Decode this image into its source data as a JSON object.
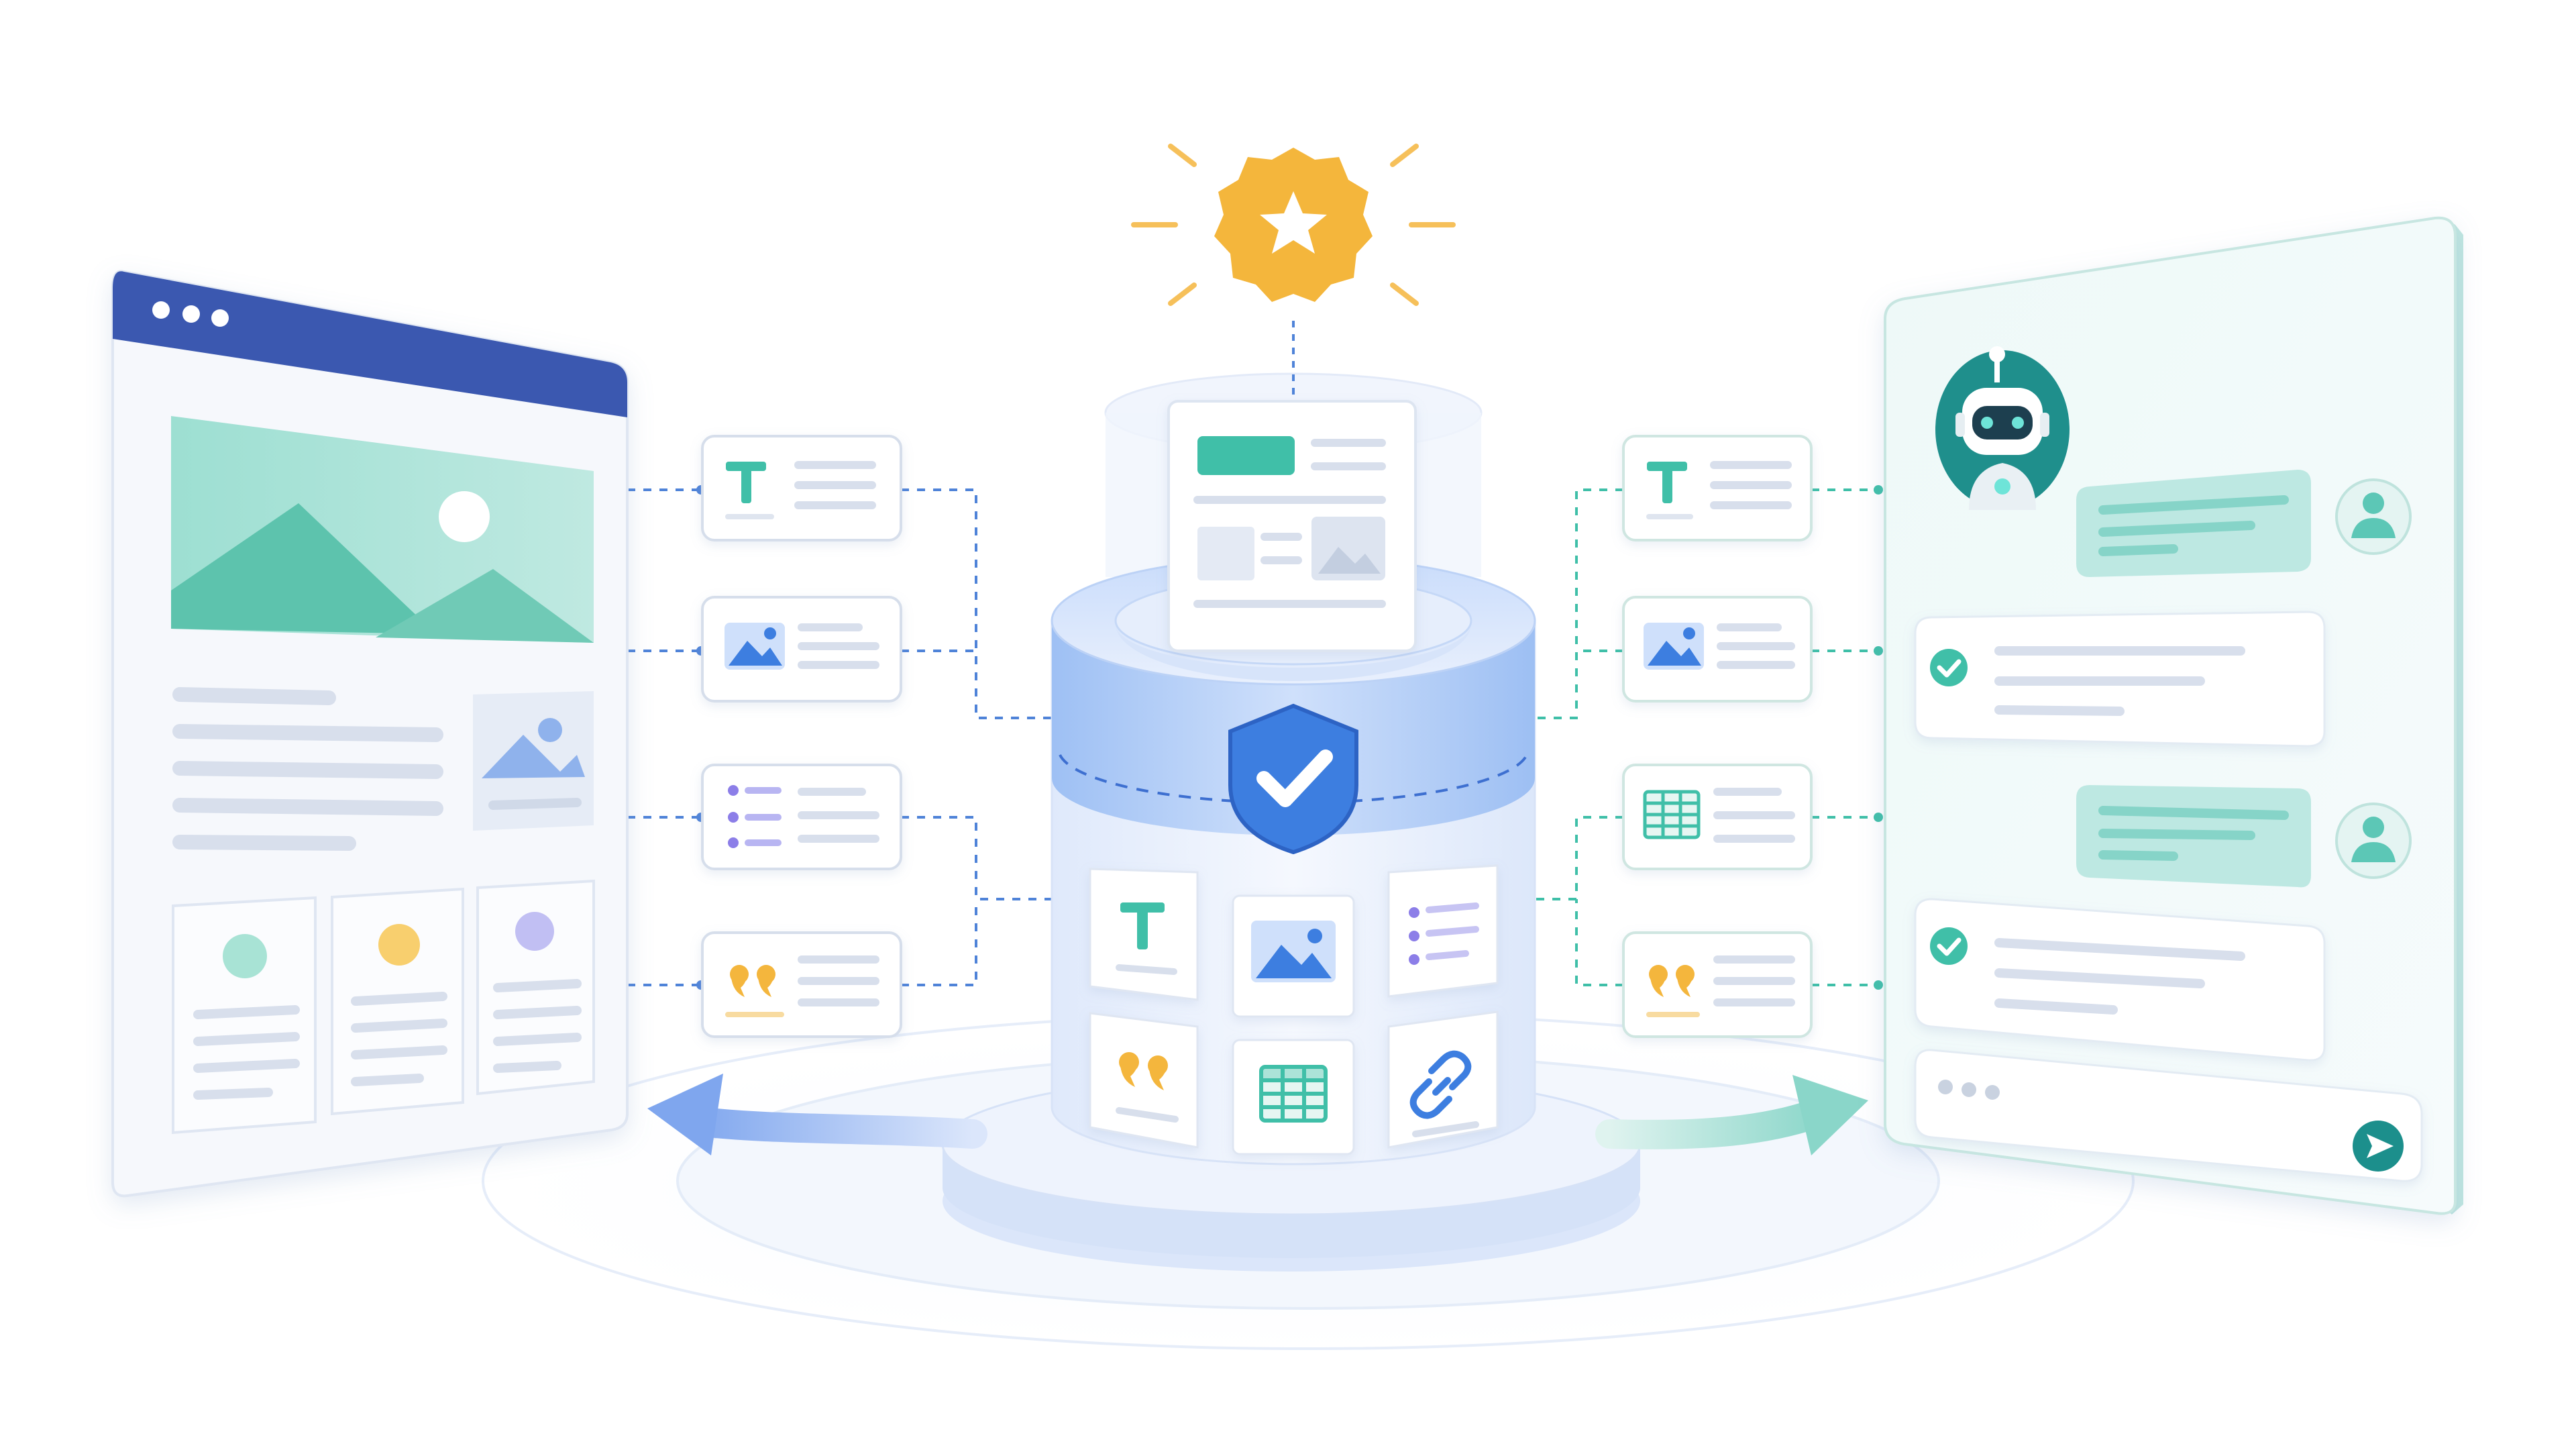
{
  "diagram": {
    "title": "",
    "palette": {
      "navy": "#3a59b0",
      "blue": "#3d7ee0",
      "teal": "#3fbfa8",
      "mint": "#aee2d8",
      "amber": "#f4b63c",
      "lavender": "#b3b1f0",
      "line_gray": "#d4dbe8",
      "shadow_blue": "#cbdaf5"
    },
    "source_panel": {
      "kind": "webpage-window",
      "icons": [
        "window-dots-icon",
        "hero-landscape-image-icon",
        "thumbnail-image-icon"
      ],
      "card_dot_colors": [
        "#a8e3d5",
        "#f8cf6e",
        "#c1bff3"
      ]
    },
    "left_chips": [
      {
        "icon": "text-T-icon"
      },
      {
        "icon": "image-icon"
      },
      {
        "icon": "list-icon"
      },
      {
        "icon": "quote-icon"
      }
    ],
    "center_hub": {
      "kind": "database-cylinder",
      "top_badge": "star-badge-icon",
      "shield": "shield-check-icon",
      "document": "document-icon",
      "tiles": [
        {
          "icon": "text-T-icon"
        },
        {
          "icon": "image-icon"
        },
        {
          "icon": "list-icon"
        },
        {
          "icon": "quote-icon"
        },
        {
          "icon": "table-icon"
        },
        {
          "icon": "link-icon"
        }
      ]
    },
    "right_chips": [
      {
        "icon": "text-T-icon"
      },
      {
        "icon": "image-icon"
      },
      {
        "icon": "table-icon"
      },
      {
        "icon": "quote-icon"
      }
    ],
    "chat_panel": {
      "kind": "ai-chat-window",
      "assistant": "robot-avatar-icon",
      "messages": [
        {
          "role": "user",
          "icon": "user-avatar-icon"
        },
        {
          "role": "assistant",
          "icon": "check-circle-icon"
        },
        {
          "role": "user",
          "icon": "user-avatar-icon"
        },
        {
          "role": "assistant",
          "icon": "check-circle-icon"
        }
      ],
      "composer_icons": [
        "typing-dots-icon",
        "send-icon"
      ]
    },
    "flows": [
      {
        "name": "arrow-to-source",
        "icon": "arrow-left-icon",
        "color": "#7fa6ee"
      },
      {
        "name": "arrow-to-chat",
        "icon": "arrow-right-icon",
        "color": "#8ad6c9"
      }
    ]
  }
}
